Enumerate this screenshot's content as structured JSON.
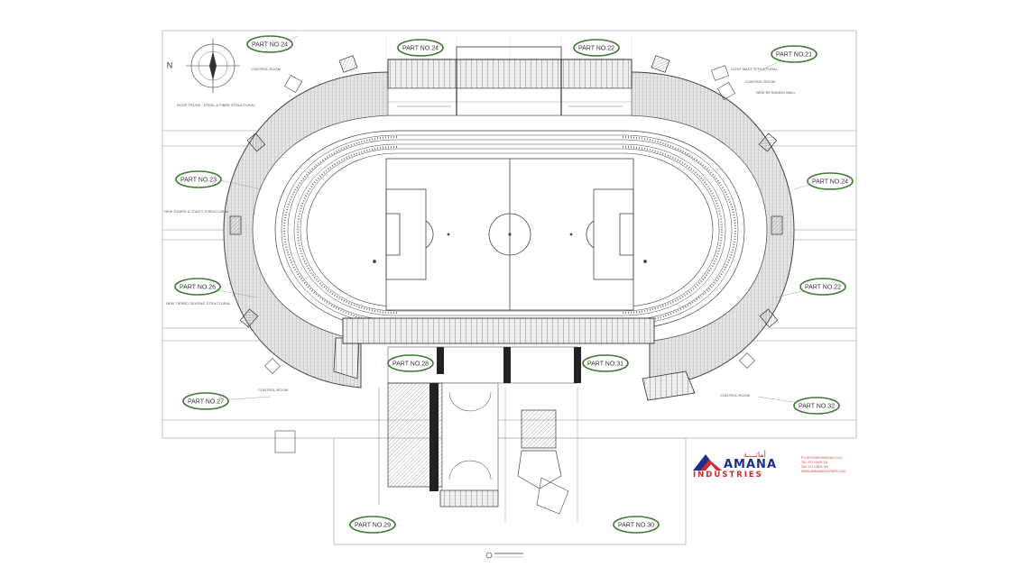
{
  "drawing": {
    "part_tags": [
      {
        "id": "tl",
        "label": "PART NO.24"
      },
      {
        "id": "tc1",
        "label": "PART NO.24"
      },
      {
        "id": "tc2",
        "label": "PART NO.22"
      },
      {
        "id": "tr",
        "label": "PART NO.21"
      },
      {
        "id": "ml1",
        "label": "PART NO.23"
      },
      {
        "id": "mr1",
        "label": "PART NO.24"
      },
      {
        "id": "ml2",
        "label": "PART NO.26"
      },
      {
        "id": "mr2",
        "label": "PART NO.22"
      },
      {
        "id": "bc1",
        "label": "PART NO.28"
      },
      {
        "id": "bc2",
        "label": "PART NO.31"
      },
      {
        "id": "bl",
        "label": "PART NO.27"
      },
      {
        "id": "br",
        "label": "PART NO.32"
      },
      {
        "id": "bbl",
        "label": "PART NO.29"
      },
      {
        "id": "bbr",
        "label": "PART NO.30"
      }
    ],
    "compass_letter": "N",
    "notes": {
      "control_room_tl": "CONTROL ROOM",
      "control_room_tr": "CONTROL ROOM",
      "control_room_bl": "CONTROL ROOM",
      "control_room_br": "CONTROL ROOM",
      "roof_truss": "ROOF TRUSS - STEEL & FIBRE STRUCTURAL",
      "seating_wall": "NEW RETAINING WALL",
      "light_mast": "LIGHT MAST STRUCTURAL",
      "new_seats": "NEW TIERED SEATING STRUCTURAL",
      "stairs": "NEW STAIRS & TOILET STRUCTURAL"
    }
  },
  "logo": {
    "arabic": "أماتــــة",
    "name": "AMANA",
    "subtitle": "INDUSTRIES",
    "contact": [
      "P.O.BOX 5490 SHARJAH U.A.E",
      "TEL: 971 6 5431 311",
      "FAX: 971 6 5431 300",
      "WWW.AMANAINDUSTRIES.COM"
    ],
    "colors": {
      "blue": "#1b2f8c",
      "red": "#d42a2a"
    }
  }
}
